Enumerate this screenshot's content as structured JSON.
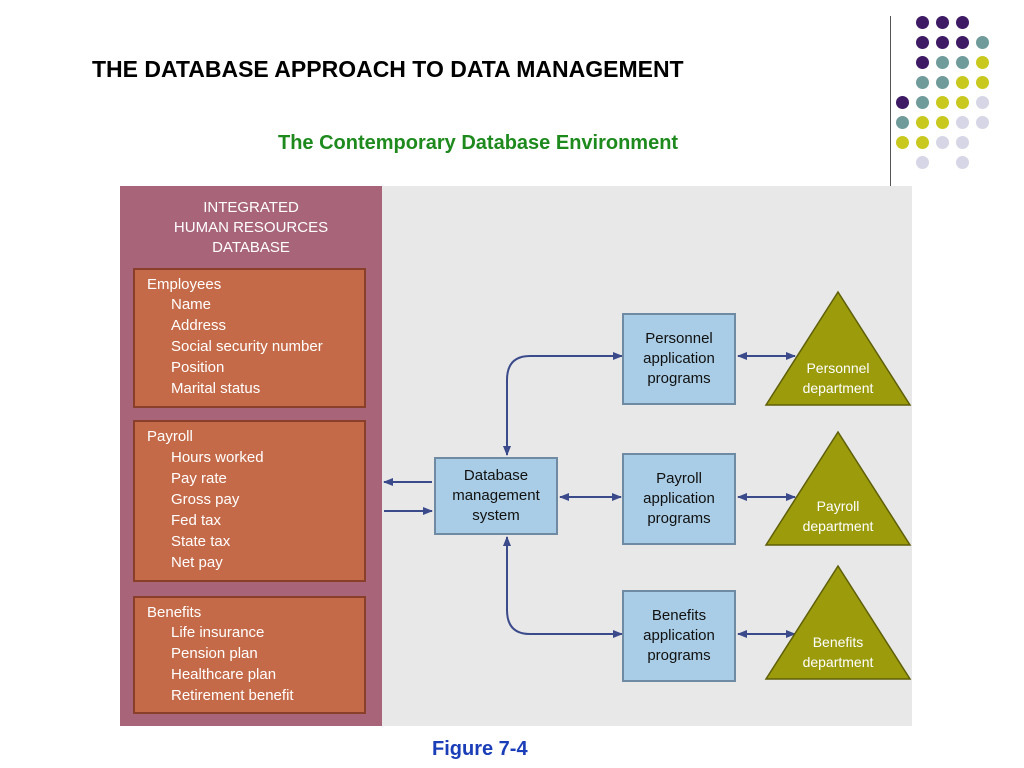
{
  "header": {
    "title": "THE DATABASE APPROACH TO DATA MANAGEMENT",
    "subtitle": "The Contemporary Database Environment"
  },
  "colors": {
    "dot_purple": "#3f1a64",
    "dot_teal": "#6f9b9b",
    "dot_yellow": "#c8c81e",
    "dot_lavender": "#d6d6e6",
    "db_panel": "#a8657a",
    "group_fill": "#c56a48",
    "program_box": "#a9cde6",
    "department": "#9b9b0c",
    "arrow": "#3a4a8a"
  },
  "diagram": {
    "database": {
      "title_lines": [
        "INTEGRATED",
        "HUMAN RESOURCES",
        "DATABASE"
      ],
      "groups": [
        {
          "name": "Employees",
          "fields": [
            "Name",
            "Address",
            "Social security number",
            "Position",
            "Marital status"
          ]
        },
        {
          "name": "Payroll",
          "fields": [
            "Hours worked",
            "Pay rate",
            "Gross pay",
            "Fed tax",
            "State tax",
            "Net pay"
          ]
        },
        {
          "name": "Benefits",
          "fields": [
            "Life insurance",
            "Pension plan",
            "Healthcare plan",
            "Retirement benefit"
          ]
        }
      ]
    },
    "dbms": {
      "lines": [
        "Database",
        "management",
        "system"
      ]
    },
    "programs": [
      {
        "lines": [
          "Personnel",
          "application",
          "programs"
        ]
      },
      {
        "lines": [
          "Payroll",
          "application",
          "programs"
        ]
      },
      {
        "lines": [
          "Benefits",
          "application",
          "programs"
        ]
      }
    ],
    "departments": [
      {
        "lines": [
          "Personnel",
          "department"
        ]
      },
      {
        "lines": [
          "Payroll",
          "department"
        ]
      },
      {
        "lines": [
          "Benefits",
          "department"
        ]
      }
    ]
  },
  "caption": "Figure 7-4"
}
